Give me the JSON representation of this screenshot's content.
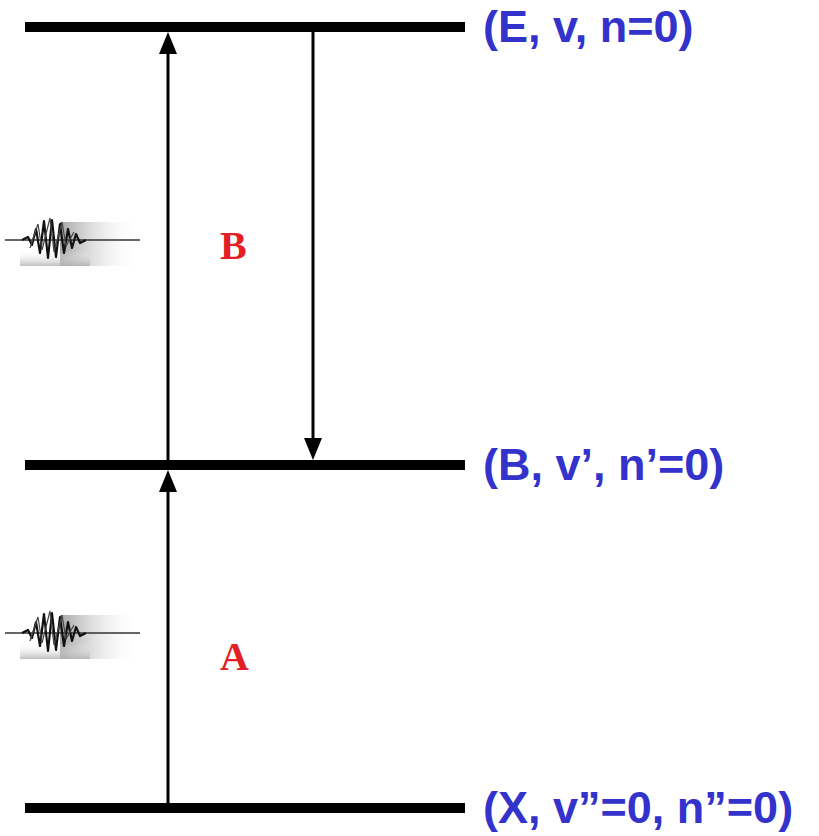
{
  "diagram": {
    "nodes": [
      {
        "text": [
          "(E, v, n=0)"
        ]
      },
      {
        "text": [
          "(B, v’, n’=0)"
        ]
      },
      {
        "text": [
          "(X, v”=0, n”=0)"
        ]
      }
    ],
    "edges": [
      {
        "from": 2,
        "to": 1,
        "arrow": "to",
        "label": "A"
      },
      {
        "from": 1,
        "to": 0,
        "arrow": "to",
        "label": "B"
      },
      {
        "from": 0,
        "to": 1,
        "arrow": "to"
      }
    ]
  }
}
